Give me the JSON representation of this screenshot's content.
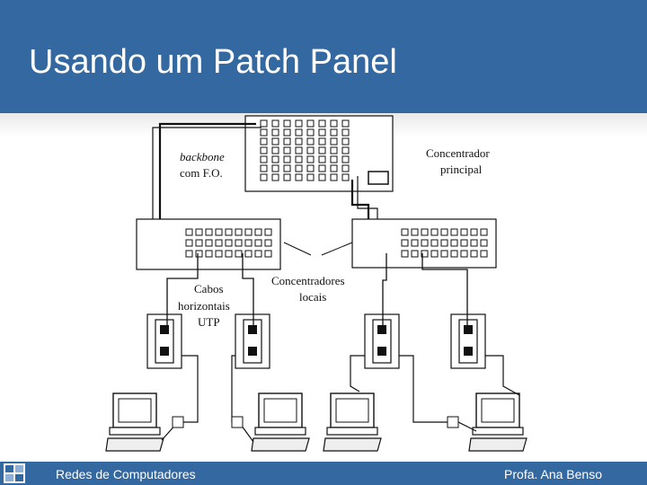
{
  "slide": {
    "title": "Usando um Patch Panel",
    "footer_left": "Redes de Computadores",
    "footer_right": "Profa. Ana Benso"
  },
  "diagram": {
    "labels": {
      "backbone_line1": "backbone",
      "backbone_line2": "com F.O.",
      "main_hub_line1": "Concentrador",
      "main_hub_line2": "principal",
      "local_hubs_line1": "Concentradores",
      "local_hubs_line2": "locais",
      "cables_line1": "Cabos",
      "cables_line2": "horizontais",
      "cables_line3": "UTP"
    }
  },
  "colors": {
    "accent": "#3468a0",
    "line": "#111111"
  }
}
